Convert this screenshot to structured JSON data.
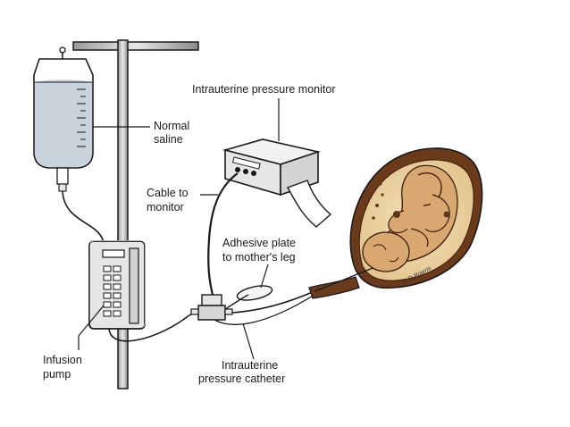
{
  "labels": {
    "normal_saline": [
      "Normal",
      "saline"
    ],
    "pressure_monitor": "Intrauterine pressure monitor",
    "cable_to_monitor": [
      "Cable to",
      "monitor"
    ],
    "adhesive_plate": [
      "Adhesive plate",
      "to mother's leg"
    ],
    "infusion_pump": [
      "Infusion",
      "pump"
    ],
    "pressure_catheter": [
      "Intrauterine",
      "pressure catheter"
    ]
  },
  "signature": "© D.Bowns",
  "colors": {
    "line": "#1a1a1a",
    "saline_fluid": "#c9d3dc",
    "device_body": "#e6e6e6",
    "fetus_skin": "#d9a870",
    "uterus_wall": "#6b3a1a"
  }
}
